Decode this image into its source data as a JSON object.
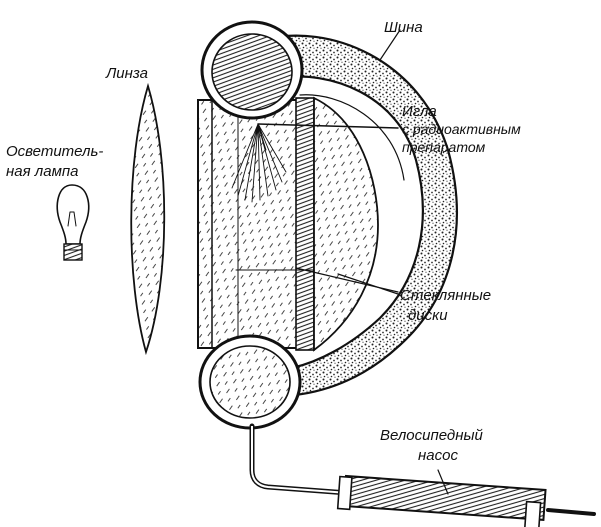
{
  "labels": {
    "tire": "Шина",
    "lens": "Линза",
    "lamp_line1": "Осветитель-",
    "lamp_line2": "ная лампа",
    "needle_line1": "Игла",
    "needle_line2": "с радиоактивным",
    "needle_line3": "препаратом",
    "discs_line1": "Стеклянные",
    "discs_line2": "диски",
    "pump_line1": "Велосипедный",
    "pump_line2": "насос"
  }
}
